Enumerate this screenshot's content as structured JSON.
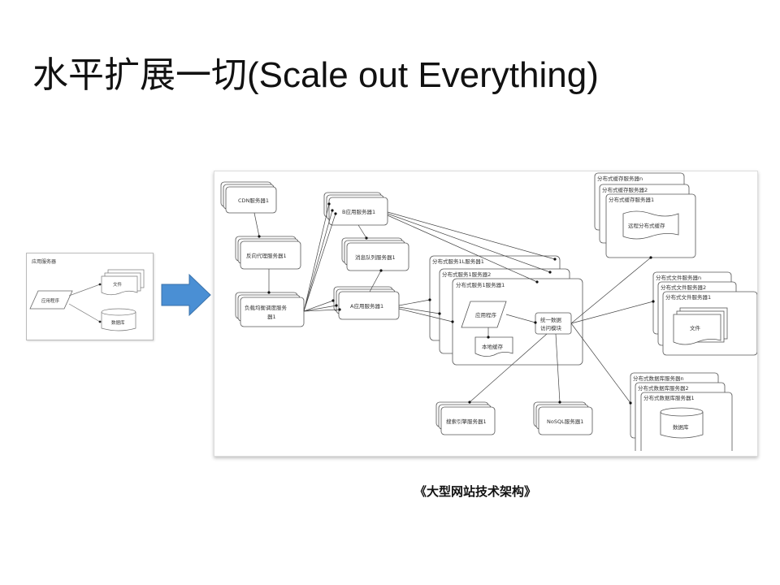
{
  "slide": {
    "title": "水平扩展一切(Scale out Everything)",
    "caption": "《大型网站技术架构》"
  },
  "single_server": {
    "label": "应用服务器",
    "app": "应用程序",
    "files": "文件",
    "database": "数据库"
  },
  "arrow_icon": "right-arrow-icon",
  "arrow_color": "#4a8fd4",
  "cluster": {
    "cdn": "CDN服务器1",
    "reverse_proxy": "反向代理服务器1",
    "load_balancer": [
      "负载均衡调度服务",
      "器1"
    ],
    "app_b": "B应用服务器1",
    "message_queue": "消息队列服务器1",
    "app_a": "A应用服务器1",
    "dist_service": {
      "servers": [
        "分布式服务1L服务器1",
        "分布式服务1服务器2",
        "分布式服务1服务器1"
      ],
      "app": "应用程序",
      "local_cache": "本地缓存",
      "data_access": [
        "统一数据",
        "访问模块"
      ]
    },
    "search": "搜索引擎服务器1",
    "nosql": "NoSQL服务器1",
    "cache": {
      "servers": [
        "分布式缓存服务器n",
        "分布式缓存服务器2",
        "分布式缓存服务器1"
      ],
      "content": "远程分布式缓存"
    },
    "file": {
      "servers": [
        "分布式文件服务器n",
        "分布式文件服务器2",
        "分布式文件服务器1"
      ],
      "content": "文件"
    },
    "db": {
      "servers": [
        "分布式数据库服务器n",
        "分布式数据库服务器2",
        "分布式数据库服务器1"
      ],
      "content": "数据库"
    }
  }
}
